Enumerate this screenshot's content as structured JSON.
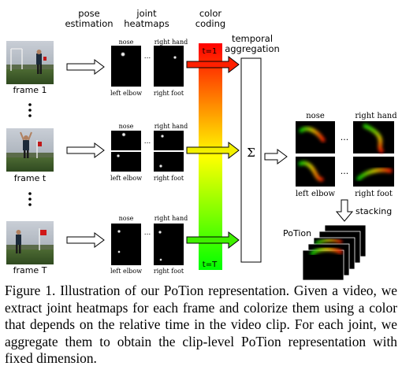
{
  "headers": {
    "pose_line1": "pose",
    "pose_line2": "estimation",
    "joint_line1": "joint",
    "joint_line2": "heatmaps",
    "color_line1": "color",
    "color_line2": "coding",
    "temporal_line1": "temporal",
    "temporal_line2": "aggregation"
  },
  "frames": [
    {
      "label": "frame 1"
    },
    {
      "label": "frame t"
    },
    {
      "label": "frame T"
    }
  ],
  "heatmap_labels": {
    "top_left": "nose",
    "top_right": "right hand",
    "bottom_left": "left elbow",
    "bottom_right": "right foot",
    "ellipsis": "..."
  },
  "color_bar": {
    "top_label": "t=1",
    "bottom_label": "t=T",
    "colors": [
      "#ff0000",
      "#ff8000",
      "#ffff00",
      "#80ff00",
      "#00ff00"
    ]
  },
  "aggregation_symbol": "Σ",
  "output": {
    "top_left": "nose",
    "top_right": "right hand",
    "bottom_left": "left elbow",
    "bottom_right": "right foot",
    "ellipsis": "..."
  },
  "stacking_label": "stacking",
  "potion_label": "PoTion",
  "caption": {
    "label": "Figure 1.",
    "text": "Illustration of our PoTion representation. Given a video, we extract joint heatmaps for each frame and colorize them using a color that depends on the relative time in the video clip. For each joint, we aggregate them to obtain the clip-level PoTion representation with fixed dimension."
  }
}
